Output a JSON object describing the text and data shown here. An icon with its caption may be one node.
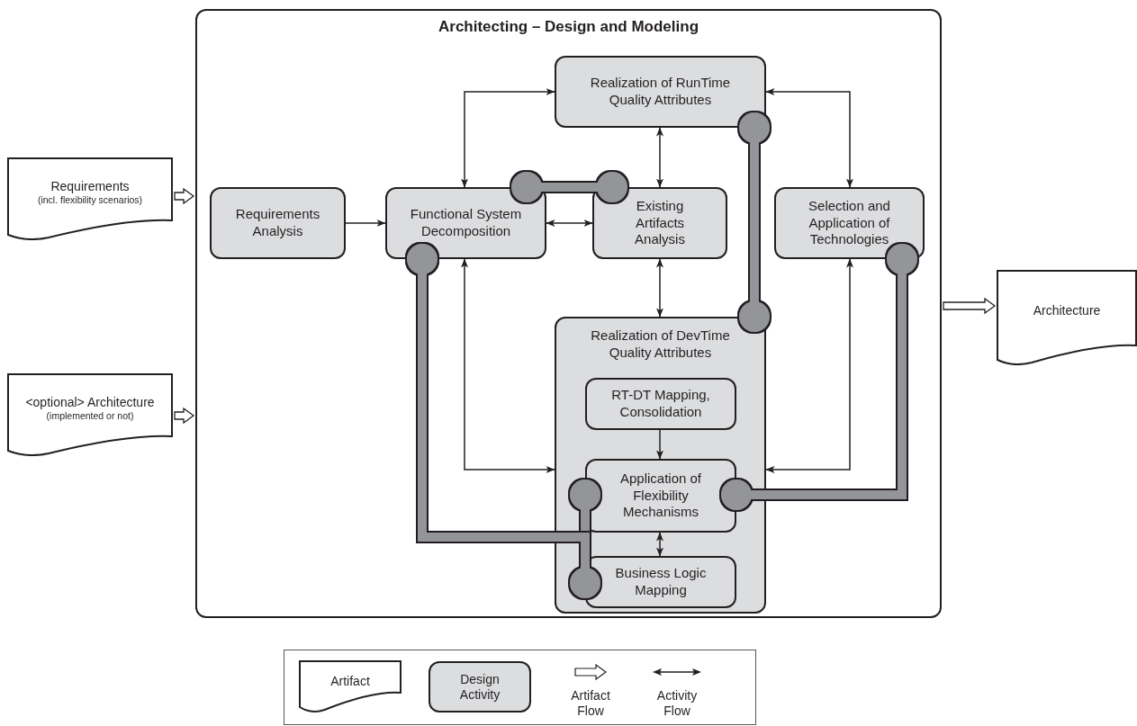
{
  "diagram": {
    "nodes": [
      {
        "text": [
          "Architecting – Design and Modeling"
        ]
      },
      {
        "text": [
          "Requirements",
          "(incl. flexibility scenarios)"
        ]
      },
      {
        "text": [
          "<optional> Architecture",
          "(implemented or not)"
        ]
      },
      {
        "text": [
          "Architecture"
        ]
      },
      {
        "text": [
          "Requirements Analysis"
        ],
        "in": 0
      },
      {
        "text": [
          "Functional System Decomposition"
        ],
        "in": 0
      },
      {
        "text": [
          "Realization of RunTime Quality Attributes"
        ],
        "in": 0
      },
      {
        "text": [
          "Existing Artifacts Analysis"
        ],
        "in": 0
      },
      {
        "text": [
          "Selection and Application of Technologies"
        ],
        "in": 0
      },
      {
        "text": [
          "Realization of DevTime Quality Attributes"
        ],
        "in": 0
      },
      {
        "text": [
          "RT-DT Mapping, Consolidation"
        ],
        "in": 9
      },
      {
        "text": [
          "Application of Flexibility Mechanisms"
        ],
        "in": 9
      },
      {
        "text": [
          "Business Logic Mapping"
        ],
        "in": 9
      }
    ],
    "edges": [
      {
        "from": 1,
        "to": 0,
        "arrow": "to",
        "style": "thick"
      },
      {
        "from": 2,
        "to": 0,
        "arrow": "to",
        "style": "thick"
      },
      {
        "from": 0,
        "to": 3,
        "arrow": "to",
        "style": "thick"
      },
      {
        "from": 4,
        "to": 5,
        "arrow": "to"
      },
      {
        "from": 5,
        "to": 7,
        "arrow": "both"
      },
      {
        "from": 5,
        "to": 6,
        "arrow": "both"
      },
      {
        "from": 6,
        "to": 7,
        "arrow": "both"
      },
      {
        "from": 7,
        "to": 9,
        "arrow": "both"
      },
      {
        "from": 6,
        "to": 8,
        "arrow": "both"
      },
      {
        "from": 5,
        "to": 9,
        "arrow": "both"
      },
      {
        "from": 8,
        "to": 9,
        "arrow": "both"
      },
      {
        "from": 10,
        "to": 11,
        "arrow": "to"
      },
      {
        "from": 11,
        "to": 12,
        "arrow": "both"
      },
      {
        "from": 5,
        "to": 7,
        "arrow": "other",
        "style": "thick",
        "color": "#939598"
      },
      {
        "from": 6,
        "to": 9,
        "arrow": "other",
        "style": "thick",
        "color": "#939598"
      },
      {
        "from": 5,
        "to": 11,
        "arrow": "other",
        "style": "thick",
        "color": "#939598"
      },
      {
        "from": 5,
        "to": 12,
        "arrow": "other",
        "style": "thick",
        "color": "#939598"
      },
      {
        "from": 8,
        "to": 11,
        "arrow": "other",
        "style": "thick",
        "color": "#939598"
      }
    ],
    "legend": [
      {
        "text": "Artifact"
      },
      {
        "text": "Design Activity"
      },
      {
        "text": "Artifact Flow"
      },
      {
        "text": "Activity Flow"
      }
    ]
  }
}
